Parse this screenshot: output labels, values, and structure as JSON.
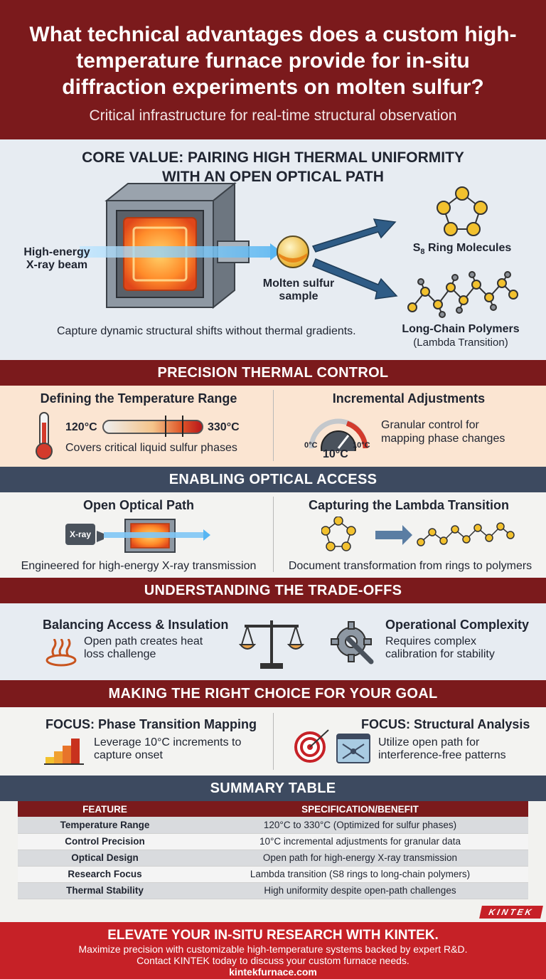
{
  "header": {
    "title": "What technical advantages does a custom high-temperature furnace provide for in-situ diffraction experiments on molten sulfur?",
    "subtitle": "Critical infrastructure for real-time structural observation"
  },
  "core": {
    "title_line1": "CORE VALUE: PAIRING HIGH THERMAL UNIFORMITY",
    "title_line2": "WITH AN OPEN OPTICAL PATH",
    "beam_label_1": "High-energy",
    "beam_label_2": "X-ray beam",
    "sample_label_1": "Molten sulfur",
    "sample_label_2": "sample",
    "s8_label_prefix": "S",
    "s8_label_sub": "8",
    "s8_label_suffix": " Ring Molecules",
    "polymer_label": "Long-Chain Polymers",
    "polymer_sub": "(Lambda Transition)",
    "caption": "Capture dynamic structural shifts without thermal gradients."
  },
  "thermal": {
    "band": "PRECISION THERMAL CONTROL",
    "left_title": "Defining the Temperature Range",
    "range_min": "120°C",
    "range_max": "330°C",
    "left_text": "Covers critical liquid sulfur phases",
    "right_title": "Incremental Adjustments",
    "dial_min": "0°C",
    "dial_max": "10°C",
    "dial_value": "10°C",
    "right_text_1": "Granular control for",
    "right_text_2": "mapping phase changes"
  },
  "optical": {
    "band": "ENABLING OPTICAL ACCESS",
    "left_title": "Open Optical Path",
    "xray_box": "X-ray",
    "left_text": "Engineered for high-energy X-ray transmission",
    "right_title": "Capturing the Lambda Transition",
    "right_text": "Document transformation from rings to polymers"
  },
  "tradeoffs": {
    "band": "UNDERSTANDING THE TRADE-OFFS",
    "left_title": "Balancing Access & Insulation",
    "left_text_1": "Open path creates heat",
    "left_text_2": "loss challenge",
    "right_title": "Operational Complexity",
    "right_text_1": "Requires complex",
    "right_text_2": "calibration for stability"
  },
  "choice": {
    "band": "MAKING THE RIGHT CHOICE FOR YOUR GOAL",
    "left_title": "FOCUS: Phase Transition Mapping",
    "left_text_1": "Leverage 10°C increments to",
    "left_text_2": "capture onset",
    "right_title": "FOCUS: Structural Analysis",
    "right_text_1": "Utilize open path for",
    "right_text_2": "interference-free patterns"
  },
  "summary": {
    "band": "SUMMARY TABLE",
    "col1": "FEATURE",
    "col2": "SPECIFICATION/BENEFIT",
    "rows": [
      {
        "feature": "Temperature Range",
        "spec": "120°C to 330°C (Optimized for sulfur phases)"
      },
      {
        "feature": "Control Precision",
        "spec": "10°C incremental adjustments for granular data"
      },
      {
        "feature": "Optical Design",
        "spec": "Open path for high-energy X-ray transmission"
      },
      {
        "feature": "Research Focus",
        "spec": "Lambda transition (S8 rings to long-chain polymers)"
      },
      {
        "feature": "Thermal Stability",
        "spec": "High uniformity despite open-path challenges"
      }
    ]
  },
  "brand": {
    "logo": "KINTEK"
  },
  "footer": {
    "headline": "ELEVATE YOUR IN-SITU RESEARCH WITH KINTEK.",
    "line1": "Maximize precision with customizable high-temperature systems backed by expert R&D.",
    "line2": "Contact KINTEK today to discuss your custom furnace needs.",
    "url": "kintekfurnace.com"
  },
  "colors": {
    "brand_red": "#7b1a1c",
    "accent_red": "#c62127",
    "navy": "#3d4a60",
    "thermal_bg": "#fbe5d2",
    "sulfur_yellow": "#f2c12e"
  }
}
